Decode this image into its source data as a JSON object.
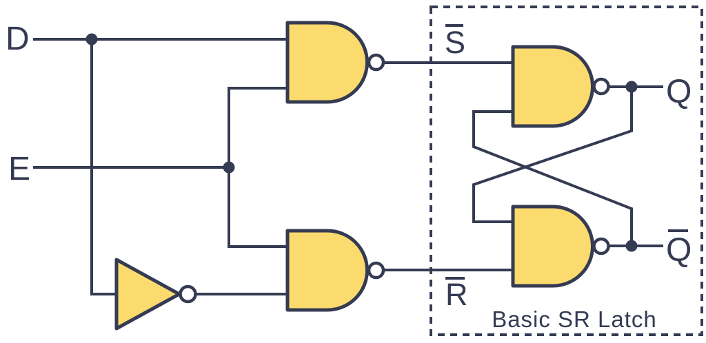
{
  "diagram": {
    "type": "logic-circuit-diagram",
    "description": "D latch built from NAND gates feeding a basic SR latch",
    "inputs": {
      "d": {
        "letter": "D",
        "overline": false
      },
      "e": {
        "letter": "E",
        "overline": false
      }
    },
    "internal_signals": {
      "s_bar": {
        "letter": "S",
        "overline": true
      },
      "r_bar": {
        "letter": "R",
        "overline": true
      }
    },
    "outputs": {
      "q": {
        "letter": "Q",
        "overline": false
      },
      "q_bar": {
        "letter": "Q",
        "overline": true
      }
    },
    "gates": [
      {
        "id": "input-nand-top",
        "type": "NAND"
      },
      {
        "id": "input-nand-bottom",
        "type": "NAND"
      },
      {
        "id": "inverter",
        "type": "NOT"
      },
      {
        "id": "latch-nand-top",
        "type": "NAND"
      },
      {
        "id": "latch-nand-bottom",
        "type": "NAND"
      }
    ],
    "latch_box": {
      "label": "Basic SR Latch",
      "border_style": "dashed"
    },
    "colors": {
      "gate_fill": "#FBDB6E",
      "line": "#343B52",
      "background": "#FFFFFF"
    }
  }
}
